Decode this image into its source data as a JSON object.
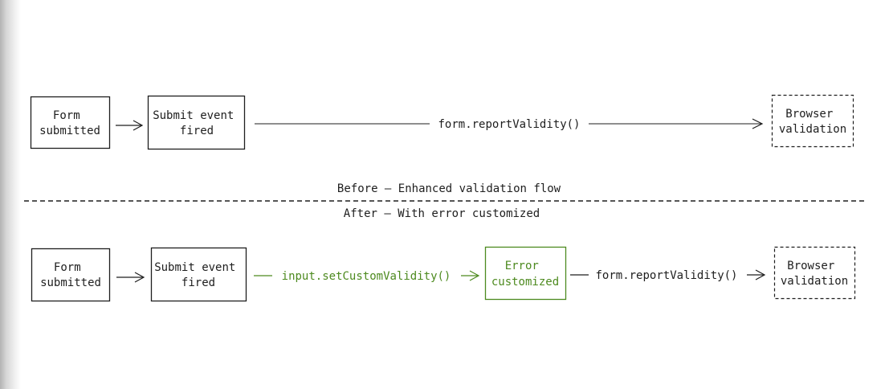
{
  "colors": {
    "ink": "#1e1e1e",
    "accent": "#4d8a1f",
    "background": "#ffffff"
  },
  "before": {
    "caption": "Before – Enhanced validation flow",
    "form_submitted": [
      "Form",
      "submitted"
    ],
    "submit_event_fired": [
      "Submit event",
      "fired"
    ],
    "browser_validation": [
      "Browser",
      "validation"
    ],
    "report_validity_label": "form.reportValidity()"
  },
  "after": {
    "caption": "After – With error customized",
    "form_submitted": [
      "Form",
      "submitted"
    ],
    "submit_event_fired": [
      "Submit event",
      "fired"
    ],
    "error_customized": [
      "Error",
      "customized"
    ],
    "browser_validation": [
      "Browser",
      "validation"
    ],
    "set_custom_validity_label": "input.setCustomValidity()",
    "report_validity_label": "form.reportValidity()"
  }
}
